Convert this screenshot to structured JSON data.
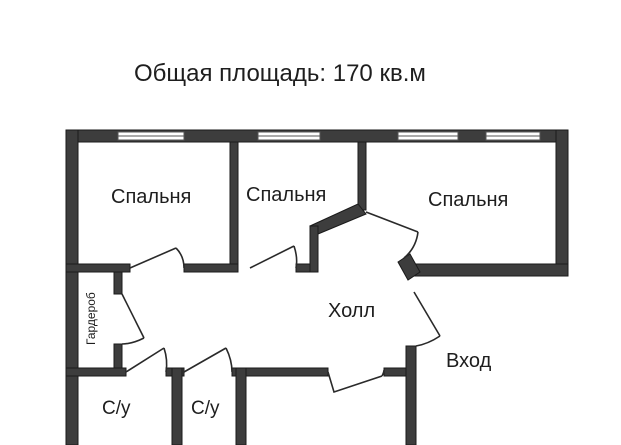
{
  "plan": {
    "title": "Общая площадь: 170 кв.м",
    "rooms": {
      "bedroom_1": "Спальня",
      "bedroom_2": "Спальня",
      "bedroom_3": "Спальня",
      "hall": "Холл",
      "entrance": "Вход",
      "wardrobe": "Гардероб",
      "bathroom_1": "С/у",
      "bathroom_2": "С/у"
    }
  },
  "colors": {
    "wall_fill": "#3d3d3d",
    "wall_stroke": "#1a1a1a",
    "door_line": "#2a2a2a",
    "window_frame": "#555555",
    "text": "#1e1e1e",
    "background": "#ffffff"
  }
}
